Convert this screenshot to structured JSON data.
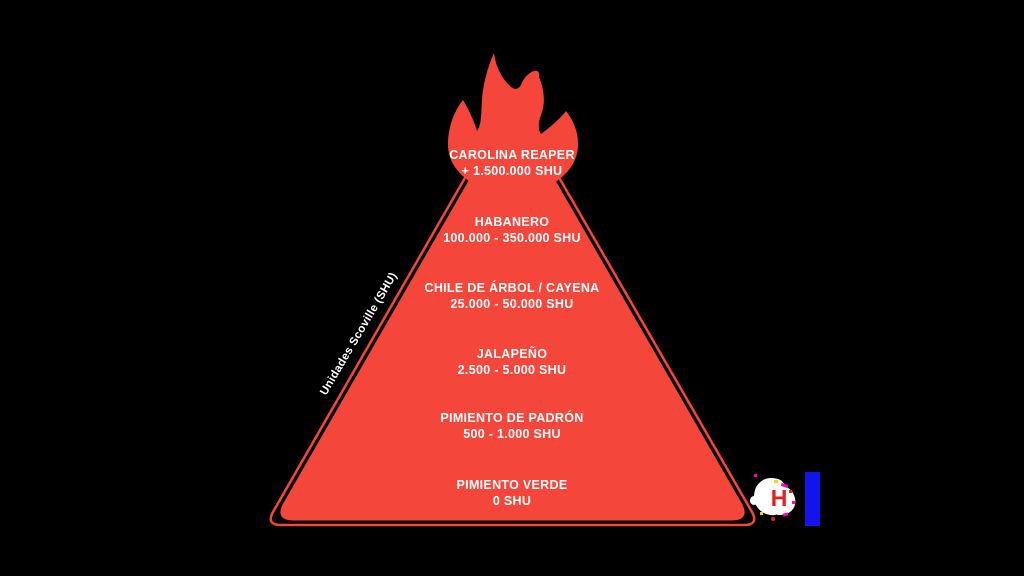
{
  "colors": {
    "background": "#000000",
    "pyramid-red": "#F5463C",
    "text-white": "#FFFFFF",
    "logo-blue": "#1313EE",
    "logo-red": "#E8201D",
    "speck-magenta": "#FF00C8",
    "speck-yellow": "#FFD400"
  },
  "pyramid": {
    "axis_label": "Unidades Scoville (SHU)",
    "levels": [
      {
        "name": "CAROLINA REAPER",
        "range": "+ 1.500.000 SHU"
      },
      {
        "name": "HABANERO",
        "range": "100.000 - 350.000 SHU"
      },
      {
        "name": "CHILE DE ÁRBOL / CAYENA",
        "range": "25.000 - 50.000 SHU"
      },
      {
        "name": "JALAPEÑO",
        "range": "2.500 - 5.000 SHU"
      },
      {
        "name": "PIMIENTO DE PADRÓN",
        "range": "500 - 1.000 SHU"
      },
      {
        "name": "PIMIENTO VERDE",
        "range": "0 SHU"
      }
    ]
  },
  "watermark": {
    "letter": "H"
  }
}
